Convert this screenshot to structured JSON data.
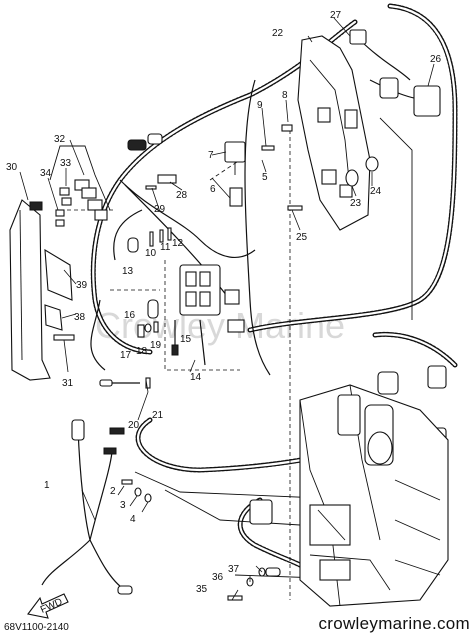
{
  "diagram": {
    "reference_code": "68V1100-2140",
    "source_site": "crowleymarine.com",
    "watermark": "Crowley Marine",
    "direction_label": "FWD",
    "callouts": [
      "1",
      "2",
      "3",
      "4",
      "5",
      "6",
      "7",
      "8",
      "9",
      "10",
      "11",
      "12",
      "13",
      "14",
      "15",
      "16",
      "17",
      "18",
      "19",
      "20",
      "21",
      "22",
      "23",
      "24",
      "25",
      "26",
      "27",
      "28",
      "29",
      "30",
      "31",
      "32",
      "33",
      "34",
      "35",
      "36",
      "37",
      "38",
      "39"
    ]
  }
}
